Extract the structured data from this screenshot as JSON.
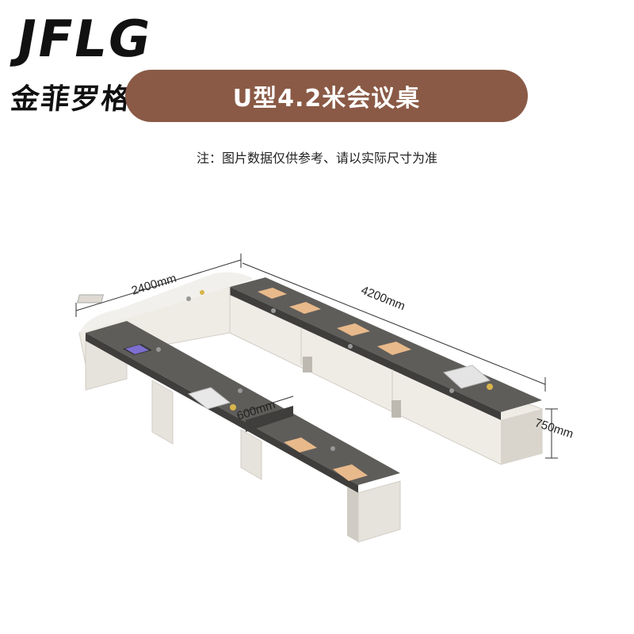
{
  "logo": {
    "letters": "JFLG",
    "chinese": "金菲罗格"
  },
  "title": "U型4.2米会议桌",
  "note": "注：图片数据仅供参考、请以实际尺寸为准",
  "dimensions": {
    "width": "2400mm",
    "length": "4200mm",
    "depth": "600mm",
    "height": "750mm"
  },
  "colors": {
    "banner": "#8a5a46",
    "tabletop": "#5f5d5a",
    "panel": "#e6e3dc",
    "pad": "#e8b98a"
  }
}
